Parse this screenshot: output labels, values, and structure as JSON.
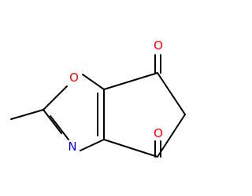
{
  "colors": {
    "background": "#ffffff",
    "bond": "#000000",
    "oxygen": "#ff0000",
    "nitrogen": "#0000ff"
  },
  "atoms": {
    "ring_oxygen": "O",
    "ring_nitrogen": "N",
    "carbonyl_oxygen_top": "O",
    "carbonyl_oxygen_bottom": "O"
  }
}
